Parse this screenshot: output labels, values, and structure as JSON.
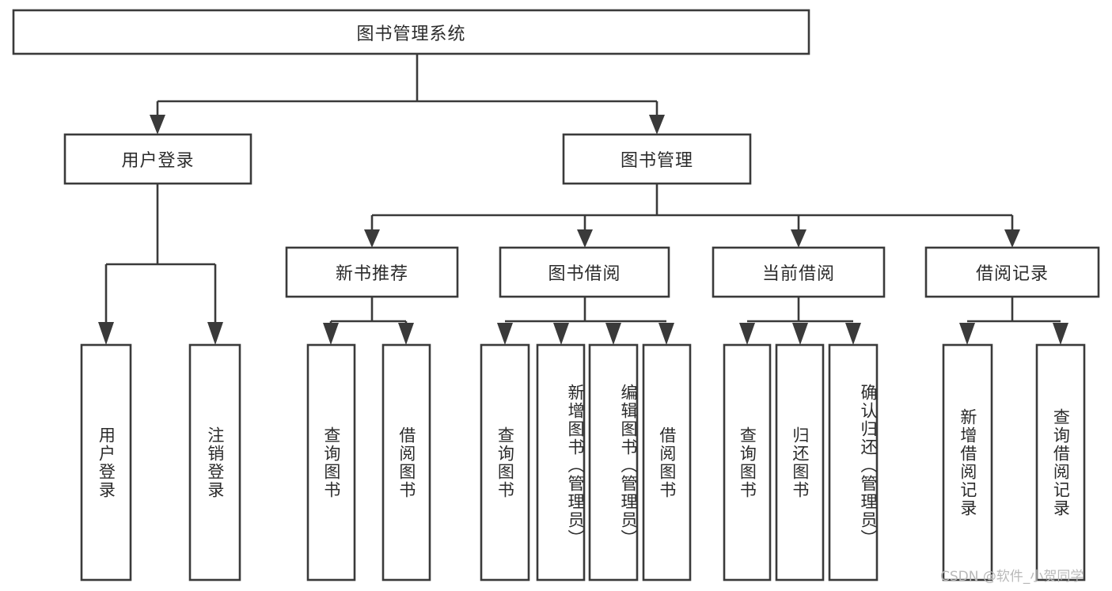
{
  "diagram": {
    "type": "hierarchy-tree",
    "title": "图书管理系统",
    "root": {
      "label": "图书管理系统"
    },
    "level2": [
      {
        "label": "用户登录"
      },
      {
        "label": "图书管理"
      }
    ],
    "level3": [
      {
        "label": "新书推荐"
      },
      {
        "label": "图书借阅"
      },
      {
        "label": "当前借阅"
      },
      {
        "label": "借阅记录"
      }
    ],
    "leaves": {
      "user_login": [
        {
          "label": "用户登录"
        },
        {
          "label": "注销登录"
        }
      ],
      "new_book_recommend": [
        {
          "label": "查询图书"
        },
        {
          "label": "借阅图书"
        }
      ],
      "book_borrow": [
        {
          "label": "查询图书"
        },
        {
          "label": "新增图书（管理员）"
        },
        {
          "label": "编辑图书（管理员）"
        },
        {
          "label": "借阅图书"
        }
      ],
      "current_borrow": [
        {
          "label": "查询图书"
        },
        {
          "label": "归还图书"
        },
        {
          "label": "确认归还（管理员）"
        }
      ],
      "borrow_record": [
        {
          "label": "新增借阅记录"
        },
        {
          "label": "查询借阅记录"
        }
      ]
    },
    "watermark": "CSDN @软件_小贺同学",
    "colors": {
      "stroke": "#3a3a3a",
      "fill": "#ffffff",
      "text": "#2b2b2b",
      "watermark": "#b9b9b9"
    }
  }
}
